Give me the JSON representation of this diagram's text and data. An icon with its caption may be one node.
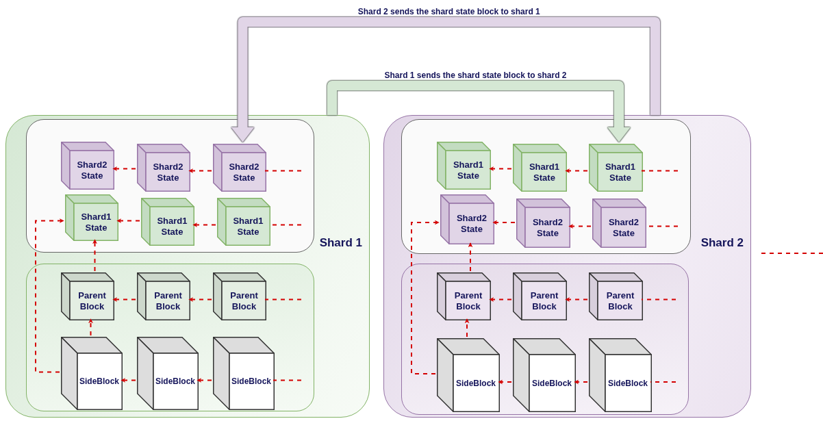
{
  "diagram": {
    "nodes": [
      {
        "text": [
          "Shard 1"
        ]
      },
      {
        "text": [],
        "shape": "box",
        "in": 0
      },
      {
        "text": [
          "Shard2 State"
        ],
        "in": 1
      },
      {
        "text": [
          "Shard2 State"
        ],
        "in": 1
      },
      {
        "text": [
          "Shard2 State"
        ],
        "in": 1
      },
      {
        "text": [
          "Shard1 State"
        ],
        "in": 1
      },
      {
        "text": [
          "Shard1 State"
        ],
        "in": 1
      },
      {
        "text": [
          "Shard1 State"
        ],
        "in": 1
      },
      {
        "text": [],
        "shape": "box",
        "in": 0
      },
      {
        "text": [
          "Parent Block"
        ],
        "in": 8
      },
      {
        "text": [
          "Parent Block"
        ],
        "in": 8
      },
      {
        "text": [
          "Parent Block"
        ],
        "in": 8
      },
      {
        "text": [
          "SideBlock"
        ],
        "in": 8
      },
      {
        "text": [
          "SideBlock"
        ],
        "in": 8
      },
      {
        "text": [
          "SideBlock"
        ],
        "in": 8
      },
      {
        "text": [
          "Shard 2"
        ]
      },
      {
        "text": [],
        "shape": "box",
        "in": 15
      },
      {
        "text": [
          "Shard1 State"
        ],
        "in": 16
      },
      {
        "text": [
          "Shard1 State"
        ],
        "in": 16
      },
      {
        "text": [
          "Shard1 State"
        ],
        "in": 16
      },
      {
        "text": [
          "Shard2 State"
        ],
        "in": 16
      },
      {
        "text": [
          "Shard2 State"
        ],
        "in": 16
      },
      {
        "text": [
          "Shard2 State"
        ],
        "in": 16
      },
      {
        "text": [],
        "shape": "box",
        "in": 15
      },
      {
        "text": [
          "Parent Block"
        ],
        "in": 23
      },
      {
        "text": [
          "Parent Block"
        ],
        "in": 23
      },
      {
        "text": [
          "Parent Block"
        ],
        "in": 23
      },
      {
        "text": [
          "SideBlock"
        ],
        "in": 23
      },
      {
        "text": [
          "SideBlock"
        ],
        "in": 23
      },
      {
        "text": [
          "SideBlock"
        ],
        "in": 23
      }
    ],
    "edges": [
      {
        "from": 15,
        "to": 4,
        "arrow": "to",
        "label": "Shard 2 sends the shard state block to shard 1",
        "style": "thick",
        "color": "#e1d5e7"
      },
      {
        "from": 0,
        "to": 19,
        "arrow": "to",
        "label": "Shard 1 sends the shard state block to shard 2",
        "style": "thick",
        "color": "#d5e8d4"
      },
      {
        "from": null,
        "to": 4,
        "arrow": "none",
        "style": "dashed"
      },
      {
        "from": 4,
        "to": 3,
        "arrow": "to",
        "style": "dashed"
      },
      {
        "from": 3,
        "to": 2,
        "arrow": "to",
        "style": "dashed"
      },
      {
        "from": null,
        "to": 7,
        "arrow": "none",
        "style": "dashed"
      },
      {
        "from": 7,
        "to": 6,
        "arrow": "to",
        "style": "dashed"
      },
      {
        "from": 6,
        "to": 5,
        "arrow": "to",
        "style": "dashed"
      },
      {
        "from": null,
        "to": 11,
        "arrow": "none",
        "style": "dashed"
      },
      {
        "from": 11,
        "to": 10,
        "arrow": "to",
        "style": "dashed"
      },
      {
        "from": 10,
        "to": 9,
        "arrow": "to",
        "style": "dashed"
      },
      {
        "from": null,
        "to": 14,
        "arrow": "none",
        "style": "dashed"
      },
      {
        "from": 14,
        "to": 13,
        "arrow": "to",
        "style": "dashed"
      },
      {
        "from": 13,
        "to": 12,
        "arrow": "to",
        "style": "dashed"
      },
      {
        "from": 9,
        "to": 5,
        "arrow": "to",
        "style": "dashed"
      },
      {
        "from": 12,
        "to": 9,
        "arrow": "to",
        "style": "dashed"
      },
      {
        "from": 12,
        "to": 5,
        "arrow": "to",
        "style": "dashed"
      },
      {
        "from": null,
        "to": 19,
        "arrow": "none",
        "style": "dashed"
      },
      {
        "from": 19,
        "to": 18,
        "arrow": "to",
        "style": "dashed"
      },
      {
        "from": 18,
        "to": 17,
        "arrow": "to",
        "style": "dashed"
      },
      {
        "from": null,
        "to": 22,
        "arrow": "none",
        "style": "dashed"
      },
      {
        "from": 22,
        "to": 21,
        "arrow": "to",
        "style": "dashed"
      },
      {
        "from": 21,
        "to": 20,
        "arrow": "to",
        "style": "dashed"
      },
      {
        "from": null,
        "to": 26,
        "arrow": "none",
        "style": "dashed"
      },
      {
        "from": 26,
        "to": 25,
        "arrow": "to",
        "style": "dashed"
      },
      {
        "from": 25,
        "to": 24,
        "arrow": "to",
        "style": "dashed"
      },
      {
        "from": null,
        "to": 29,
        "arrow": "none",
        "style": "dashed"
      },
      {
        "from": 29,
        "to": 28,
        "arrow": "to",
        "style": "dashed"
      },
      {
        "from": 28,
        "to": 27,
        "arrow": "to",
        "style": "dashed"
      },
      {
        "from": 24,
        "to": 20,
        "arrow": "to",
        "style": "dashed"
      },
      {
        "from": 27,
        "to": 24,
        "arrow": "to",
        "style": "dashed"
      },
      {
        "from": 27,
        "to": 20,
        "arrow": "to",
        "style": "dashed"
      }
    ]
  }
}
